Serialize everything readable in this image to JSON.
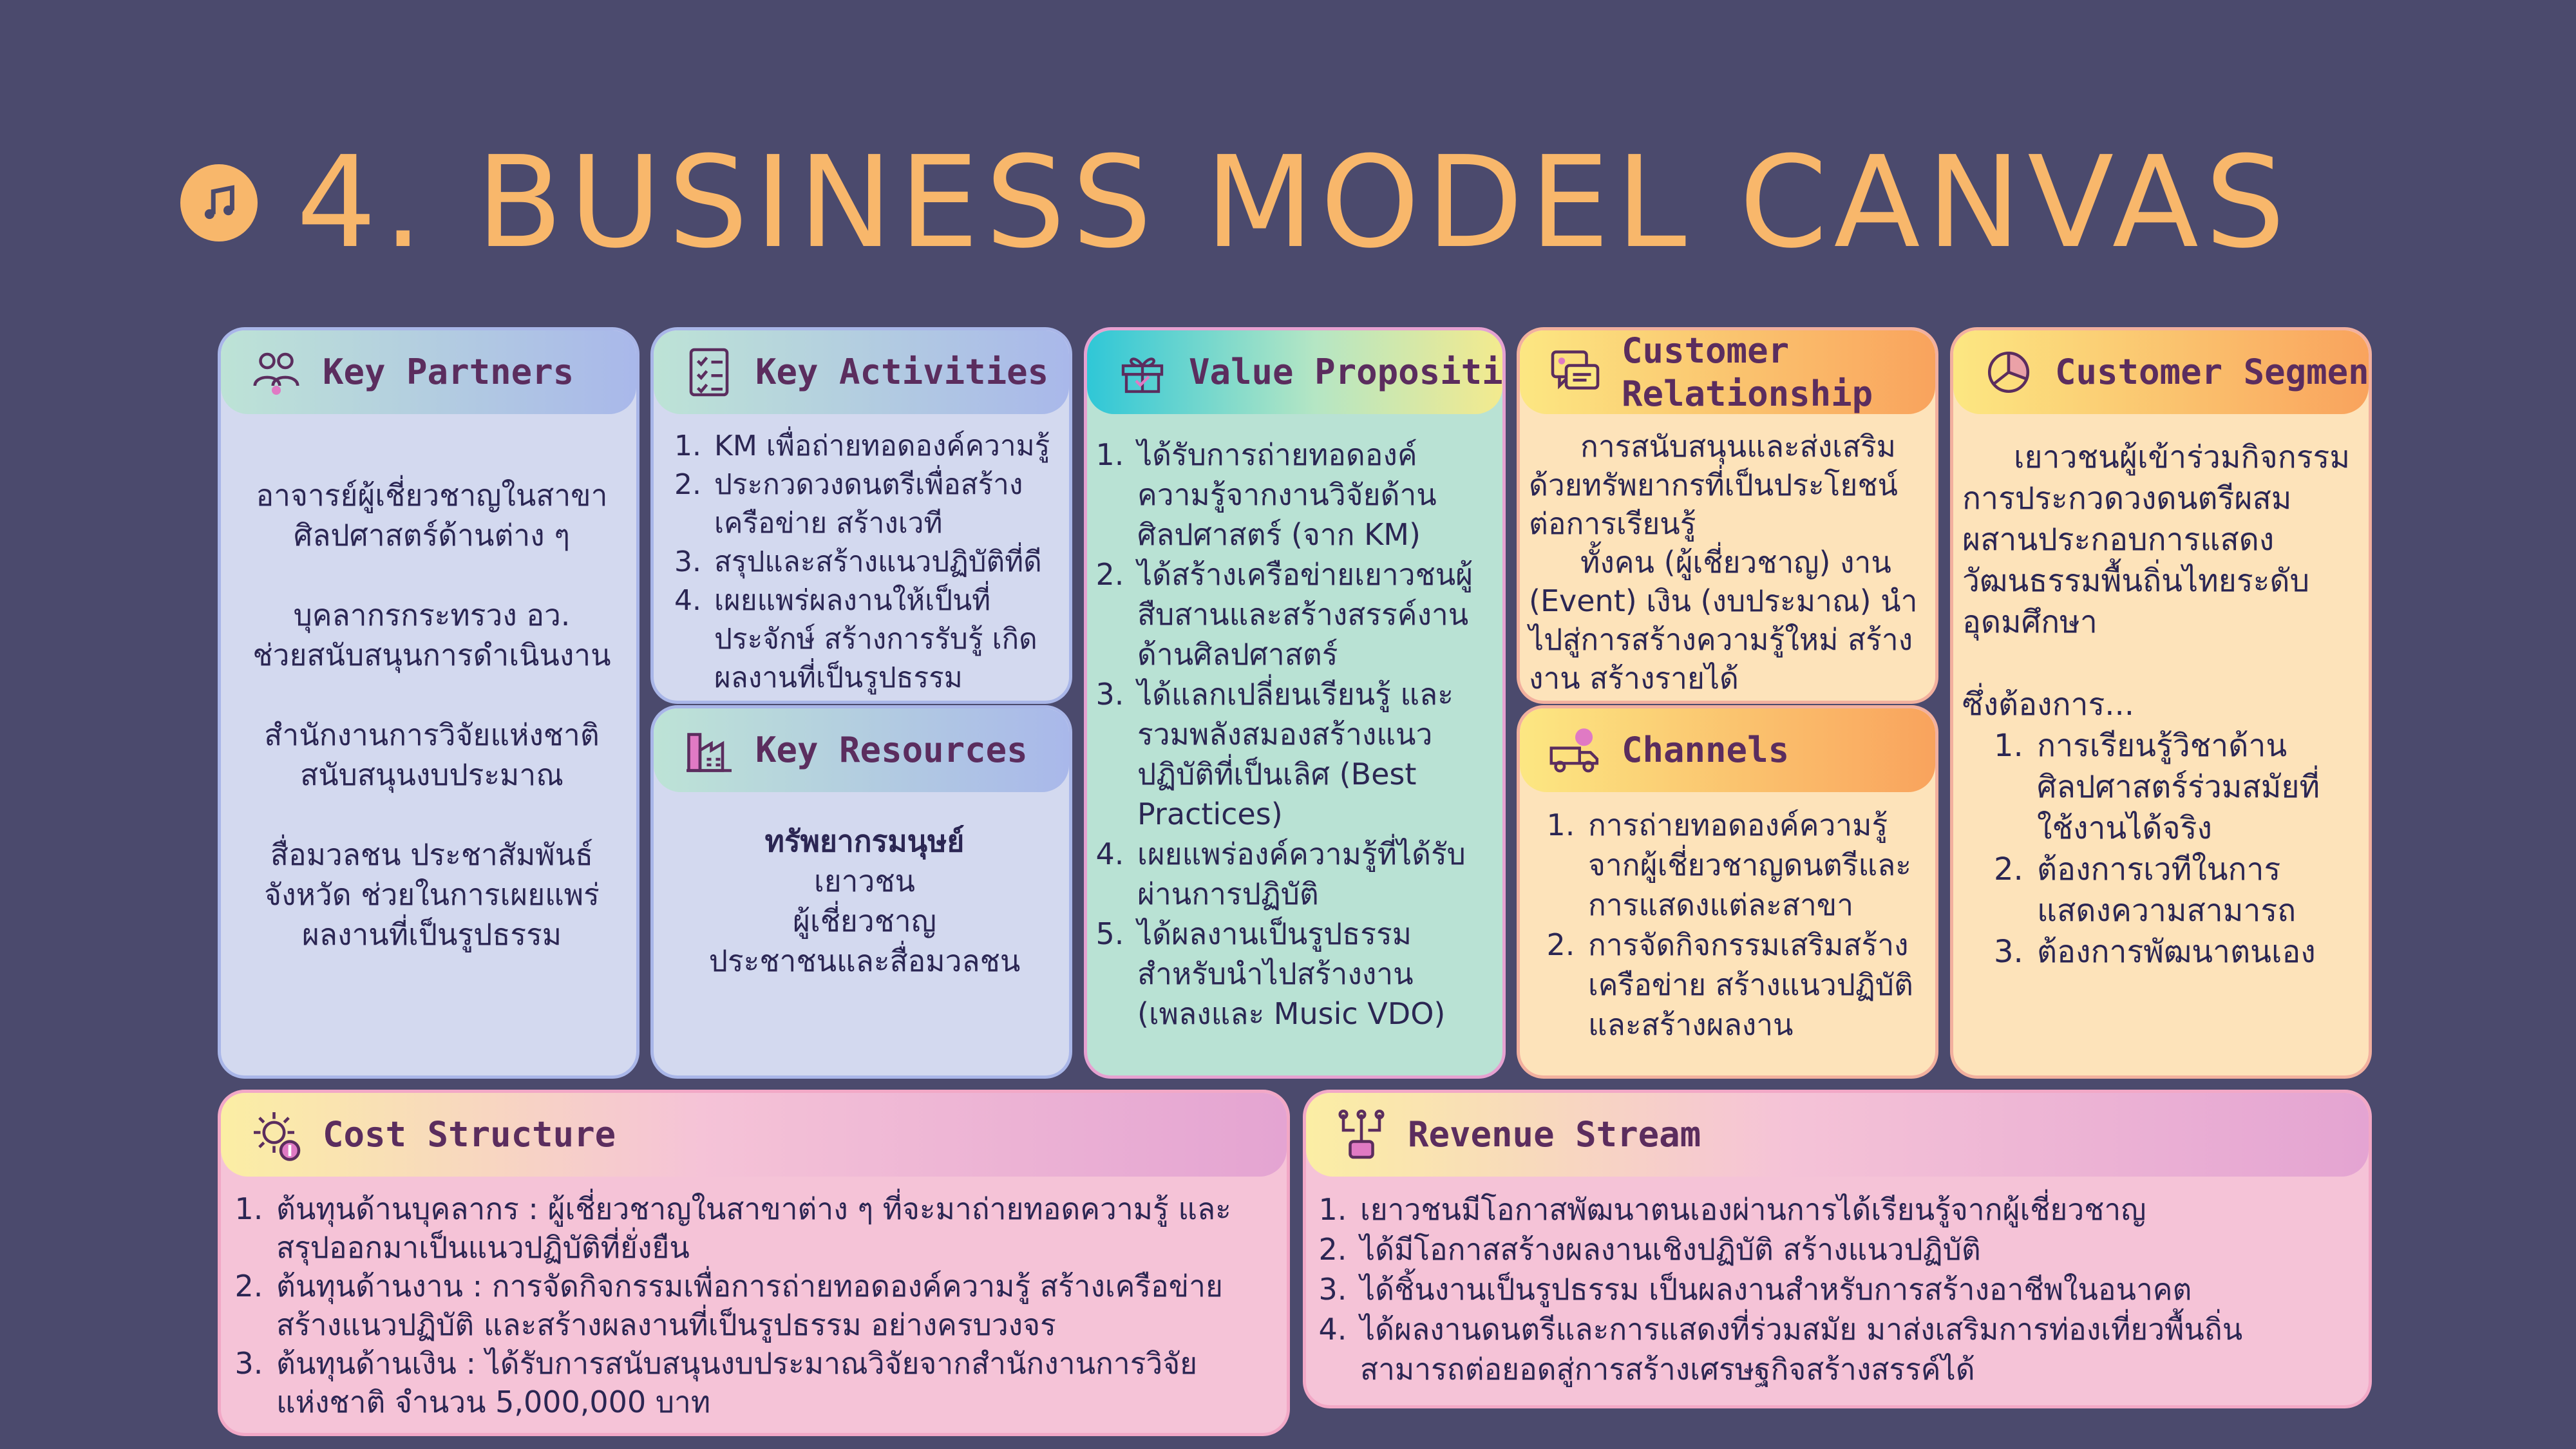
{
  "title": "4. BUSINESS MODEL CANVAS",
  "icons": {
    "title": "music-note-icon",
    "partners": "people-icon",
    "activities": "checklist-icon",
    "resources": "factory-icon",
    "value": "gift-icon",
    "relationship": "chat-icon",
    "channels": "delivery-truck-icon",
    "segments": "pie-chart-icon",
    "cost": "gear-dollar-icon",
    "revenue": "flow-dollar-icon"
  },
  "colors": {
    "background": "#4b4a6d",
    "title": "#f8b76b",
    "header_text": "#5b2d5e",
    "body_text": "#2b2653"
  },
  "key_partners": {
    "label": "Key Partners",
    "paras": [
      [
        "อาจารย์ผู้เชี่ยวชาญในสาขา",
        "ศิลปศาสตร์ด้านต่าง ๆ"
      ],
      [
        "บุคลากรกระทรวง อว.",
        "ช่วยสนับสนุนการดำเนินงาน"
      ],
      [
        "สำนักงานการวิจัยแห่งชาติ",
        "สนับสนุนงบประมาณ"
      ],
      [
        "สื่อมวลชน ประชาสัมพันธ์",
        "จังหวัด ช่วยในการเผยแพร่",
        "ผลงานที่เป็นรูปธรรม"
      ]
    ]
  },
  "key_activities": {
    "label": "Key Activities",
    "items": [
      "KM เพื่อถ่ายทอดองค์ความรู้",
      "ประกวดวงดนตรีเพื่อสร้างเครือข่าย สร้างเวที",
      "สรุปและสร้างแนวปฏิบัติที่ดี",
      "เผยแพร่ผลงานให้เป็นที่ประจักษ์ สร้างการรับรู้ เกิดผลงานที่เป็นรูปธรรม"
    ]
  },
  "key_resources": {
    "label": "Key Resources",
    "heading": "ทรัพยากรมนุษย์",
    "lines": [
      "เยาวชน",
      "ผู้เชี่ยวชาญ",
      "ประชาชนและสื่อมวลชน"
    ]
  },
  "value_propositions": {
    "label": "Value Propositions",
    "items": [
      "ได้รับการถ่ายทอดองค์ความรู้จากงานวิจัยด้านศิลปศาสตร์ (จาก KM)",
      "ได้สร้างเครือข่ายเยาวชนผู้สืบสานและสร้างสรรค์งานด้านศิลปศาสตร์",
      "ได้แลกเปลี่ยนเรียนรู้ และรวมพลังสมองสร้างแนวปฏิบัติที่เป็นเลิศ (Best Practices)",
      "เผยแพร่องค์ความรู้ที่ได้รับผ่านการปฏิบัติ",
      "ได้ผลงานเป็นรูปธรรมสำหรับนำไปสร้างงาน (เพลงและ Music VDO)"
    ]
  },
  "customer_relationship": {
    "label_1": "Customer",
    "label_2": "Relationship",
    "para_1": "การสนับสนุนและส่งเสริมด้วยทรัพยากรที่เป็นประโยชน์ต่อการเรียนรู้",
    "para_2": "ทั้งคน (ผู้เชี่ยวชาญ) งาน (Event) เงิน (งบประมาณ) นำไปสู่การสร้างความรู้ใหม่ สร้างงาน สร้างรายได้"
  },
  "channels": {
    "label": "Channels",
    "items": [
      "การถ่ายทอดองค์ความรู้จากผู้เชี่ยวชาญดนตรีและการแสดงแต่ละสาขา",
      "การจัดกิจกรรมเสริมสร้างเครือข่าย สร้างแนวปฏิบัติและสร้างผลงาน"
    ]
  },
  "customer_segments": {
    "label": "Customer Segments",
    "para": "เยาวชนผู้เข้าร่วมกิจกรรมการประกวดวงดนตรีผสมผสานประกอบการแสดงวัฒนธรรมพื้นถิ่นไทยระดับอุดมศึกษา",
    "lead": "ซึ่งต้องการ...",
    "items": [
      "การเรียนรู้วิชาด้านศิลปศาสตร์ร่วมสมัยที่ใช้งานได้จริง",
      "ต้องการเวทีในการแสดงความสามารถ",
      "ต้องการพัฒนาตนเอง"
    ]
  },
  "cost_structure": {
    "label": "Cost Structure",
    "items": [
      "ต้นทุนด้านบุคลากร : ผู้เชี่ยวชาญในสาขาต่าง ๆ ที่จะมาถ่ายทอดความรู้ และสรุปออกมาเป็นแนวปฏิบัติที่ยั่งยืน",
      "ต้นทุนด้านงาน : การจัดกิจกรรมเพื่อการถ่ายทอดองค์ความรู้ สร้างเครือข่าย สร้างแนวปฏิบัติ และสร้างผลงานที่เป็นรูปธรรม อย่างครบวงจร",
      "ต้นทุนด้านเงิน : ได้รับการสนับสนุนงบประมาณวิจัยจากสำนักงานการวิจัยแห่งชาติ จำนวน 5,000,000 บาท"
    ]
  },
  "revenue_stream": {
    "label": "Revenue Stream",
    "items": [
      "เยาวชนมีโอกาสพัฒนาตนเองผ่านการได้เรียนรู้จากผู้เชี่ยวชาญ",
      "ได้มีโอกาสสร้างผลงานเชิงปฏิบัติ สร้างแนวปฏิบัติ",
      "ได้ชิ้นงานเป็นรูปธรรม เป็นผลงานสำหรับการสร้างอาชีพในอนาคต",
      "ได้ผลงานดนตรีและการแสดงที่ร่วมสมัย มาส่งเสริมการท่องเที่ยวพื้นถิ่น สามารถต่อยอดสู่การสร้างเศรษฐกิจสร้างสรรค์ได้"
    ]
  }
}
